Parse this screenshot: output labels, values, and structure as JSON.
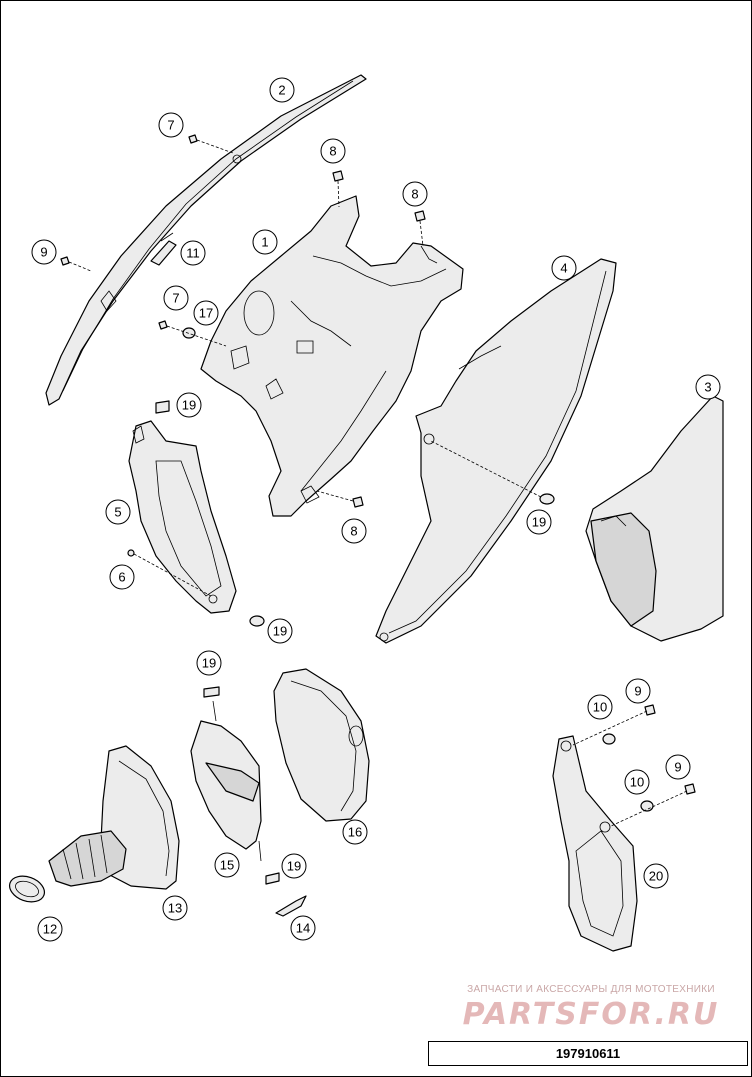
{
  "document_number": "197910611",
  "watermark": {
    "tagline": "ЗАПЧАСТИ И АКСЕССУАРЫ ДЛЯ МОТОТЕХНИКИ",
    "logo": "PARTSFOR.RU"
  },
  "callouts": [
    {
      "id": "c1",
      "label": "1"
    },
    {
      "id": "c2",
      "label": "2"
    },
    {
      "id": "c3",
      "label": "3"
    },
    {
      "id": "c4",
      "label": "4"
    },
    {
      "id": "c5",
      "label": "5"
    },
    {
      "id": "c6",
      "label": "6"
    },
    {
      "id": "c7a",
      "label": "7"
    },
    {
      "id": "c7b",
      "label": "7"
    },
    {
      "id": "c8a",
      "label": "8"
    },
    {
      "id": "c8b",
      "label": "8"
    },
    {
      "id": "c8c",
      "label": "8"
    },
    {
      "id": "c9a",
      "label": "9"
    },
    {
      "id": "c9b",
      "label": "9"
    },
    {
      "id": "c9c",
      "label": "9"
    },
    {
      "id": "c10a",
      "label": "10"
    },
    {
      "id": "c10b",
      "label": "10"
    },
    {
      "id": "c11",
      "label": "11"
    },
    {
      "id": "c12",
      "label": "12"
    },
    {
      "id": "c13",
      "label": "13"
    },
    {
      "id": "c14",
      "label": "14"
    },
    {
      "id": "c15",
      "label": "15"
    },
    {
      "id": "c16",
      "label": "16"
    },
    {
      "id": "c17",
      "label": "17"
    },
    {
      "id": "c19a",
      "label": "19"
    },
    {
      "id": "c19b",
      "label": "19"
    },
    {
      "id": "c19c",
      "label": "19"
    },
    {
      "id": "c19d",
      "label": "19"
    },
    {
      "id": "c19e",
      "label": "19"
    },
    {
      "id": "c20",
      "label": "20"
    }
  ]
}
